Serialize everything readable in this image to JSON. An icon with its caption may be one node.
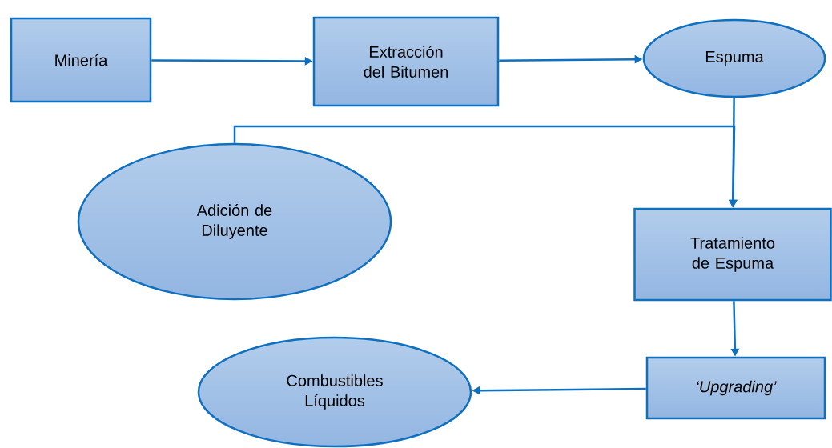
{
  "diagram": {
    "nodes": [
      {
        "text": [
          "Minería"
        ]
      },
      {
        "text": [
          "Extracción del Bitumen"
        ]
      },
      {
        "text": [
          "Espuma"
        ]
      },
      {
        "text": [
          "Adición de Diluyente"
        ]
      },
      {
        "text": [
          "Tratamiento de Espuma"
        ]
      },
      {
        "text": [
          "‘Upgrading’"
        ]
      },
      {
        "text": [
          "Combustibles Líquidos"
        ]
      }
    ],
    "edges": [
      {
        "from": 0,
        "to": 1,
        "arrow": "to"
      },
      {
        "from": 1,
        "to": 2,
        "arrow": "to"
      },
      {
        "from": 2,
        "to": 4,
        "arrow": "to"
      },
      {
        "from": 3,
        "to": 4,
        "arrow": "to"
      },
      {
        "from": 4,
        "to": 5,
        "arrow": "to"
      },
      {
        "from": 5,
        "to": 6,
        "arrow": "to"
      }
    ]
  }
}
